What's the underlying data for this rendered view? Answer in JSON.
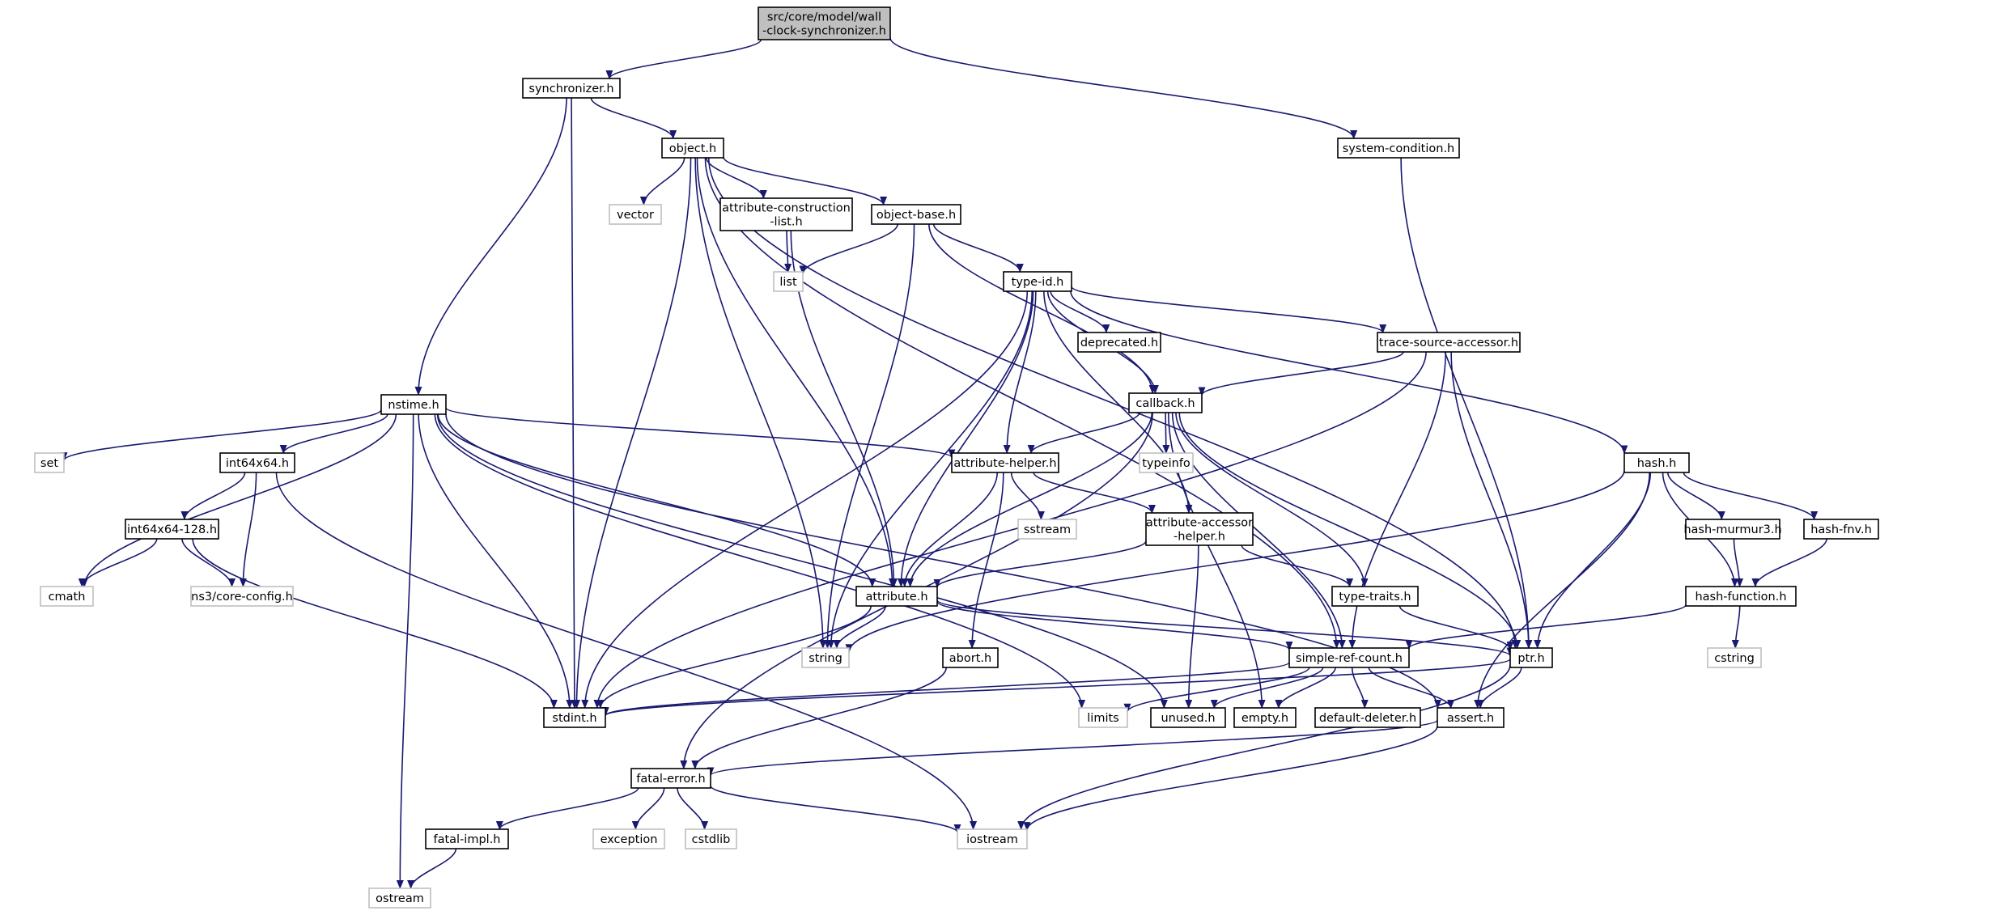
{
  "graph": {
    "title": "",
    "colors": {
      "edge": "#191970",
      "root_fill": "#bfbfbf",
      "local_border": "#000000",
      "external_border": "#bfbfbf",
      "background": "#ffffff"
    },
    "nodes": [
      {
        "id": "root",
        "label": [
          "src/core/model/wall",
          "-clock-synchronizer.h"
        ],
        "kind": "root"
      },
      {
        "id": "synchronizer",
        "label": [
          "synchronizer.h"
        ],
        "kind": "local"
      },
      {
        "id": "system-condition",
        "label": [
          "system-condition.h"
        ],
        "kind": "local"
      },
      {
        "id": "object",
        "label": [
          "object.h"
        ],
        "kind": "local"
      },
      {
        "id": "nstime",
        "label": [
          "nstime.h"
        ],
        "kind": "local"
      },
      {
        "id": "vector",
        "label": [
          "vector"
        ],
        "kind": "external"
      },
      {
        "id": "attribute-construction-list",
        "label": [
          "attribute-construction",
          "-list.h"
        ],
        "kind": "local"
      },
      {
        "id": "object-base",
        "label": [
          "object-base.h"
        ],
        "kind": "local"
      },
      {
        "id": "list",
        "label": [
          "list"
        ],
        "kind": "external"
      },
      {
        "id": "type-id",
        "label": [
          "type-id.h"
        ],
        "kind": "local"
      },
      {
        "id": "deprecated",
        "label": [
          "deprecated.h"
        ],
        "kind": "local"
      },
      {
        "id": "trace-source-accessor",
        "label": [
          "trace-source-accessor.h"
        ],
        "kind": "local"
      },
      {
        "id": "callback",
        "label": [
          "callback.h"
        ],
        "kind": "local"
      },
      {
        "id": "typeinfo",
        "label": [
          "typeinfo"
        ],
        "kind": "external"
      },
      {
        "id": "hash",
        "label": [
          "hash.h"
        ],
        "kind": "local"
      },
      {
        "id": "set",
        "label": [
          "set"
        ],
        "kind": "external"
      },
      {
        "id": "int64x64",
        "label": [
          "int64x64.h"
        ],
        "kind": "local"
      },
      {
        "id": "attribute-helper",
        "label": [
          "attribute-helper.h"
        ],
        "kind": "local"
      },
      {
        "id": "sstream",
        "label": [
          "sstream"
        ],
        "kind": "external"
      },
      {
        "id": "attribute-accessor-helper",
        "label": [
          "attribute-accessor",
          "-helper.h"
        ],
        "kind": "local"
      },
      {
        "id": "int64x64-128",
        "label": [
          "int64x64-128.h"
        ],
        "kind": "local"
      },
      {
        "id": "hash-murmur3",
        "label": [
          "hash-murmur3.h"
        ],
        "kind": "local"
      },
      {
        "id": "hash-fnv",
        "label": [
          "hash-fnv.h"
        ],
        "kind": "local"
      },
      {
        "id": "cmath",
        "label": [
          "cmath"
        ],
        "kind": "external"
      },
      {
        "id": "ns3-core-config",
        "label": [
          "ns3/core-config.h"
        ],
        "kind": "external"
      },
      {
        "id": "attribute",
        "label": [
          "attribute.h"
        ],
        "kind": "local"
      },
      {
        "id": "type-traits",
        "label": [
          "type-traits.h"
        ],
        "kind": "local"
      },
      {
        "id": "hash-function",
        "label": [
          "hash-function.h"
        ],
        "kind": "local"
      },
      {
        "id": "string",
        "label": [
          "string"
        ],
        "kind": "external"
      },
      {
        "id": "abort",
        "label": [
          "abort.h"
        ],
        "kind": "local"
      },
      {
        "id": "simple-ref-count",
        "label": [
          "simple-ref-count.h"
        ],
        "kind": "local"
      },
      {
        "id": "ptr",
        "label": [
          "ptr.h"
        ],
        "kind": "local"
      },
      {
        "id": "cstring",
        "label": [
          "cstring"
        ],
        "kind": "external"
      },
      {
        "id": "stdint",
        "label": [
          "stdint.h"
        ],
        "kind": "local"
      },
      {
        "id": "limits",
        "label": [
          "limits"
        ],
        "kind": "external"
      },
      {
        "id": "unused",
        "label": [
          "unused.h"
        ],
        "kind": "local"
      },
      {
        "id": "empty",
        "label": [
          "empty.h"
        ],
        "kind": "local"
      },
      {
        "id": "default-deleter",
        "label": [
          "default-deleter.h"
        ],
        "kind": "local"
      },
      {
        "id": "assert",
        "label": [
          "assert.h"
        ],
        "kind": "local"
      },
      {
        "id": "fatal-error",
        "label": [
          "fatal-error.h"
        ],
        "kind": "local"
      },
      {
        "id": "exception",
        "label": [
          "exception"
        ],
        "kind": "external"
      },
      {
        "id": "cstdlib",
        "label": [
          "cstdlib"
        ],
        "kind": "external"
      },
      {
        "id": "iostream",
        "label": [
          "iostream"
        ],
        "kind": "external"
      },
      {
        "id": "fatal-impl",
        "label": [
          "fatal-impl.h"
        ],
        "kind": "local"
      },
      {
        "id": "ostream",
        "label": [
          "ostream"
        ],
        "kind": "external"
      }
    ],
    "edges": [
      [
        "root",
        "synchronizer"
      ],
      [
        "root",
        "system-condition"
      ],
      [
        "synchronizer",
        "object"
      ],
      [
        "synchronizer",
        "nstime"
      ],
      [
        "synchronizer",
        "stdint"
      ],
      [
        "system-condition",
        "ptr"
      ],
      [
        "object",
        "vector"
      ],
      [
        "object",
        "attribute-construction-list"
      ],
      [
        "object",
        "object-base"
      ],
      [
        "object",
        "attribute"
      ],
      [
        "object",
        "string"
      ],
      [
        "object",
        "stdint"
      ],
      [
        "object",
        "simple-ref-count"
      ],
      [
        "object",
        "ptr"
      ],
      [
        "attribute-construction-list",
        "list"
      ],
      [
        "attribute-construction-list",
        "attribute"
      ],
      [
        "object-base",
        "list"
      ],
      [
        "object-base",
        "type-id"
      ],
      [
        "object-base",
        "callback"
      ],
      [
        "object-base",
        "string"
      ],
      [
        "type-id",
        "deprecated"
      ],
      [
        "type-id",
        "trace-source-accessor"
      ],
      [
        "type-id",
        "callback"
      ],
      [
        "type-id",
        "hash"
      ],
      [
        "type-id",
        "attribute-helper"
      ],
      [
        "type-id",
        "attribute-accessor-helper"
      ],
      [
        "type-id",
        "attribute"
      ],
      [
        "type-id",
        "string"
      ],
      [
        "type-id",
        "stdint"
      ],
      [
        "trace-source-accessor",
        "callback"
      ],
      [
        "trace-source-accessor",
        "simple-ref-count"
      ],
      [
        "trace-source-accessor",
        "ptr"
      ],
      [
        "trace-source-accessor",
        "stdint"
      ],
      [
        "callback",
        "typeinfo"
      ],
      [
        "callback",
        "attribute-helper"
      ],
      [
        "callback",
        "attribute"
      ],
      [
        "callback",
        "type-traits"
      ],
      [
        "callback",
        "simple-ref-count"
      ],
      [
        "callback",
        "ptr"
      ],
      [
        "callback",
        "empty"
      ],
      [
        "callback",
        "fatal-error"
      ],
      [
        "hash",
        "hash-murmur3"
      ],
      [
        "hash",
        "hash-fnv"
      ],
      [
        "hash",
        "hash-function"
      ],
      [
        "hash",
        "ptr"
      ],
      [
        "hash",
        "assert"
      ],
      [
        "hash",
        "string"
      ],
      [
        "nstime",
        "set"
      ],
      [
        "nstime",
        "int64x64"
      ],
      [
        "nstime",
        "attribute-helper"
      ],
      [
        "nstime",
        "attribute"
      ],
      [
        "nstime",
        "cmath"
      ],
      [
        "nstime",
        "ostream"
      ],
      [
        "nstime",
        "stdint"
      ],
      [
        "nstime",
        "limits"
      ],
      [
        "nstime",
        "assert"
      ],
      [
        "nstime",
        "unused"
      ],
      [
        "int64x64",
        "int64x64-128"
      ],
      [
        "int64x64",
        "ns3-core-config"
      ],
      [
        "int64x64",
        "iostream"
      ],
      [
        "int64x64-128",
        "cmath"
      ],
      [
        "int64x64-128",
        "ns3-core-config"
      ],
      [
        "int64x64-128",
        "stdint"
      ],
      [
        "attribute-helper",
        "sstream"
      ],
      [
        "attribute-helper",
        "attribute-accessor-helper"
      ],
      [
        "attribute-helper",
        "attribute"
      ],
      [
        "attribute-helper",
        "abort"
      ],
      [
        "attribute-accessor-helper",
        "attribute"
      ],
      [
        "attribute-accessor-helper",
        "type-traits"
      ],
      [
        "attribute-accessor-helper",
        "unused"
      ],
      [
        "hash-murmur3",
        "hash-function"
      ],
      [
        "hash-fnv",
        "hash-function"
      ],
      [
        "hash-function",
        "cstring"
      ],
      [
        "hash-function",
        "simple-ref-count"
      ],
      [
        "attribute",
        "string"
      ],
      [
        "attribute",
        "ptr"
      ],
      [
        "attribute",
        "simple-ref-count"
      ],
      [
        "attribute",
        "stdint"
      ],
      [
        "type-traits",
        "ptr"
      ],
      [
        "abort",
        "fatal-error"
      ],
      [
        "simple-ref-count",
        "stdint"
      ],
      [
        "simple-ref-count",
        "limits"
      ],
      [
        "simple-ref-count",
        "unused"
      ],
      [
        "simple-ref-count",
        "empty"
      ],
      [
        "simple-ref-count",
        "default-deleter"
      ],
      [
        "simple-ref-count",
        "assert"
      ],
      [
        "ptr",
        "stdint"
      ],
      [
        "ptr",
        "assert"
      ],
      [
        "ptr",
        "iostream"
      ],
      [
        "assert",
        "fatal-error"
      ],
      [
        "assert",
        "iostream"
      ],
      [
        "fatal-error",
        "exception"
      ],
      [
        "fatal-error",
        "cstdlib"
      ],
      [
        "fatal-error",
        "iostream"
      ],
      [
        "fatal-error",
        "fatal-impl"
      ],
      [
        "fatal-impl",
        "ostream"
      ]
    ]
  }
}
